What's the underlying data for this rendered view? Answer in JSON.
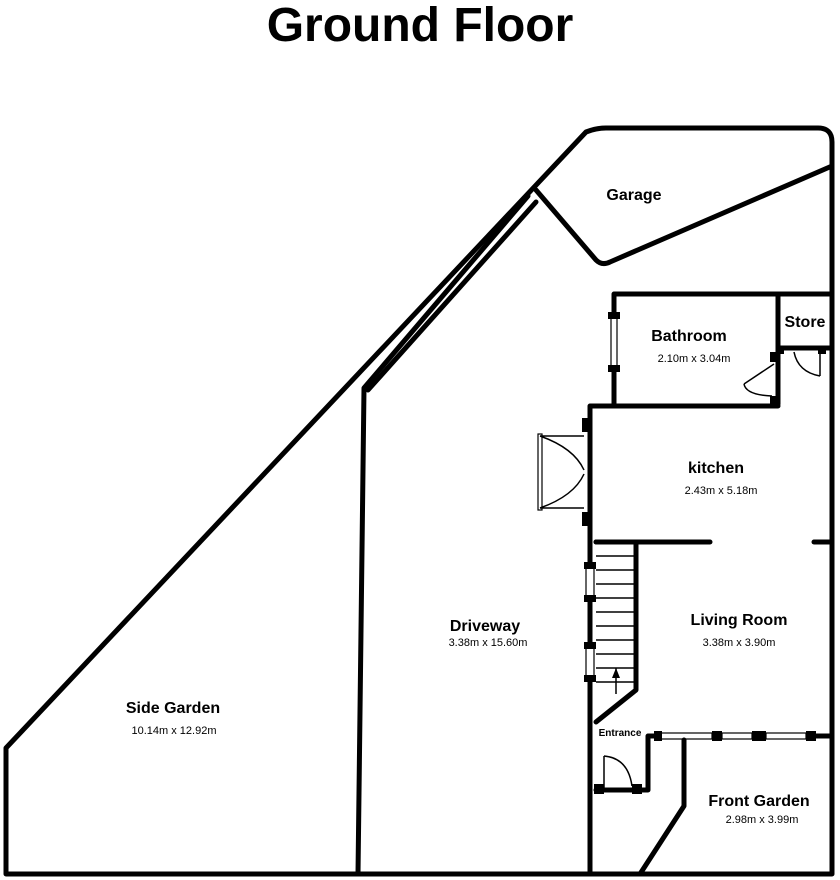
{
  "title": "Ground Floor",
  "rooms": {
    "garage": {
      "name": "Garage"
    },
    "store": {
      "name": "Store"
    },
    "bathroom": {
      "name": "Bathroom",
      "size": "2.10m x 3.04m"
    },
    "kitchen": {
      "name": "kitchen",
      "size": "2.43m x 5.18m"
    },
    "living_room": {
      "name": "Living Room",
      "size": "3.38m x 3.90m"
    },
    "driveway": {
      "name": "Driveway",
      "size": "3.38m x 15.60m"
    },
    "side_garden": {
      "name": "Side Garden",
      "size": "10.14m x 12.92m"
    },
    "front_garden": {
      "name": "Front Garden",
      "size": "2.98m x 3.99m"
    },
    "entrance": {
      "name": "Entrance"
    }
  }
}
